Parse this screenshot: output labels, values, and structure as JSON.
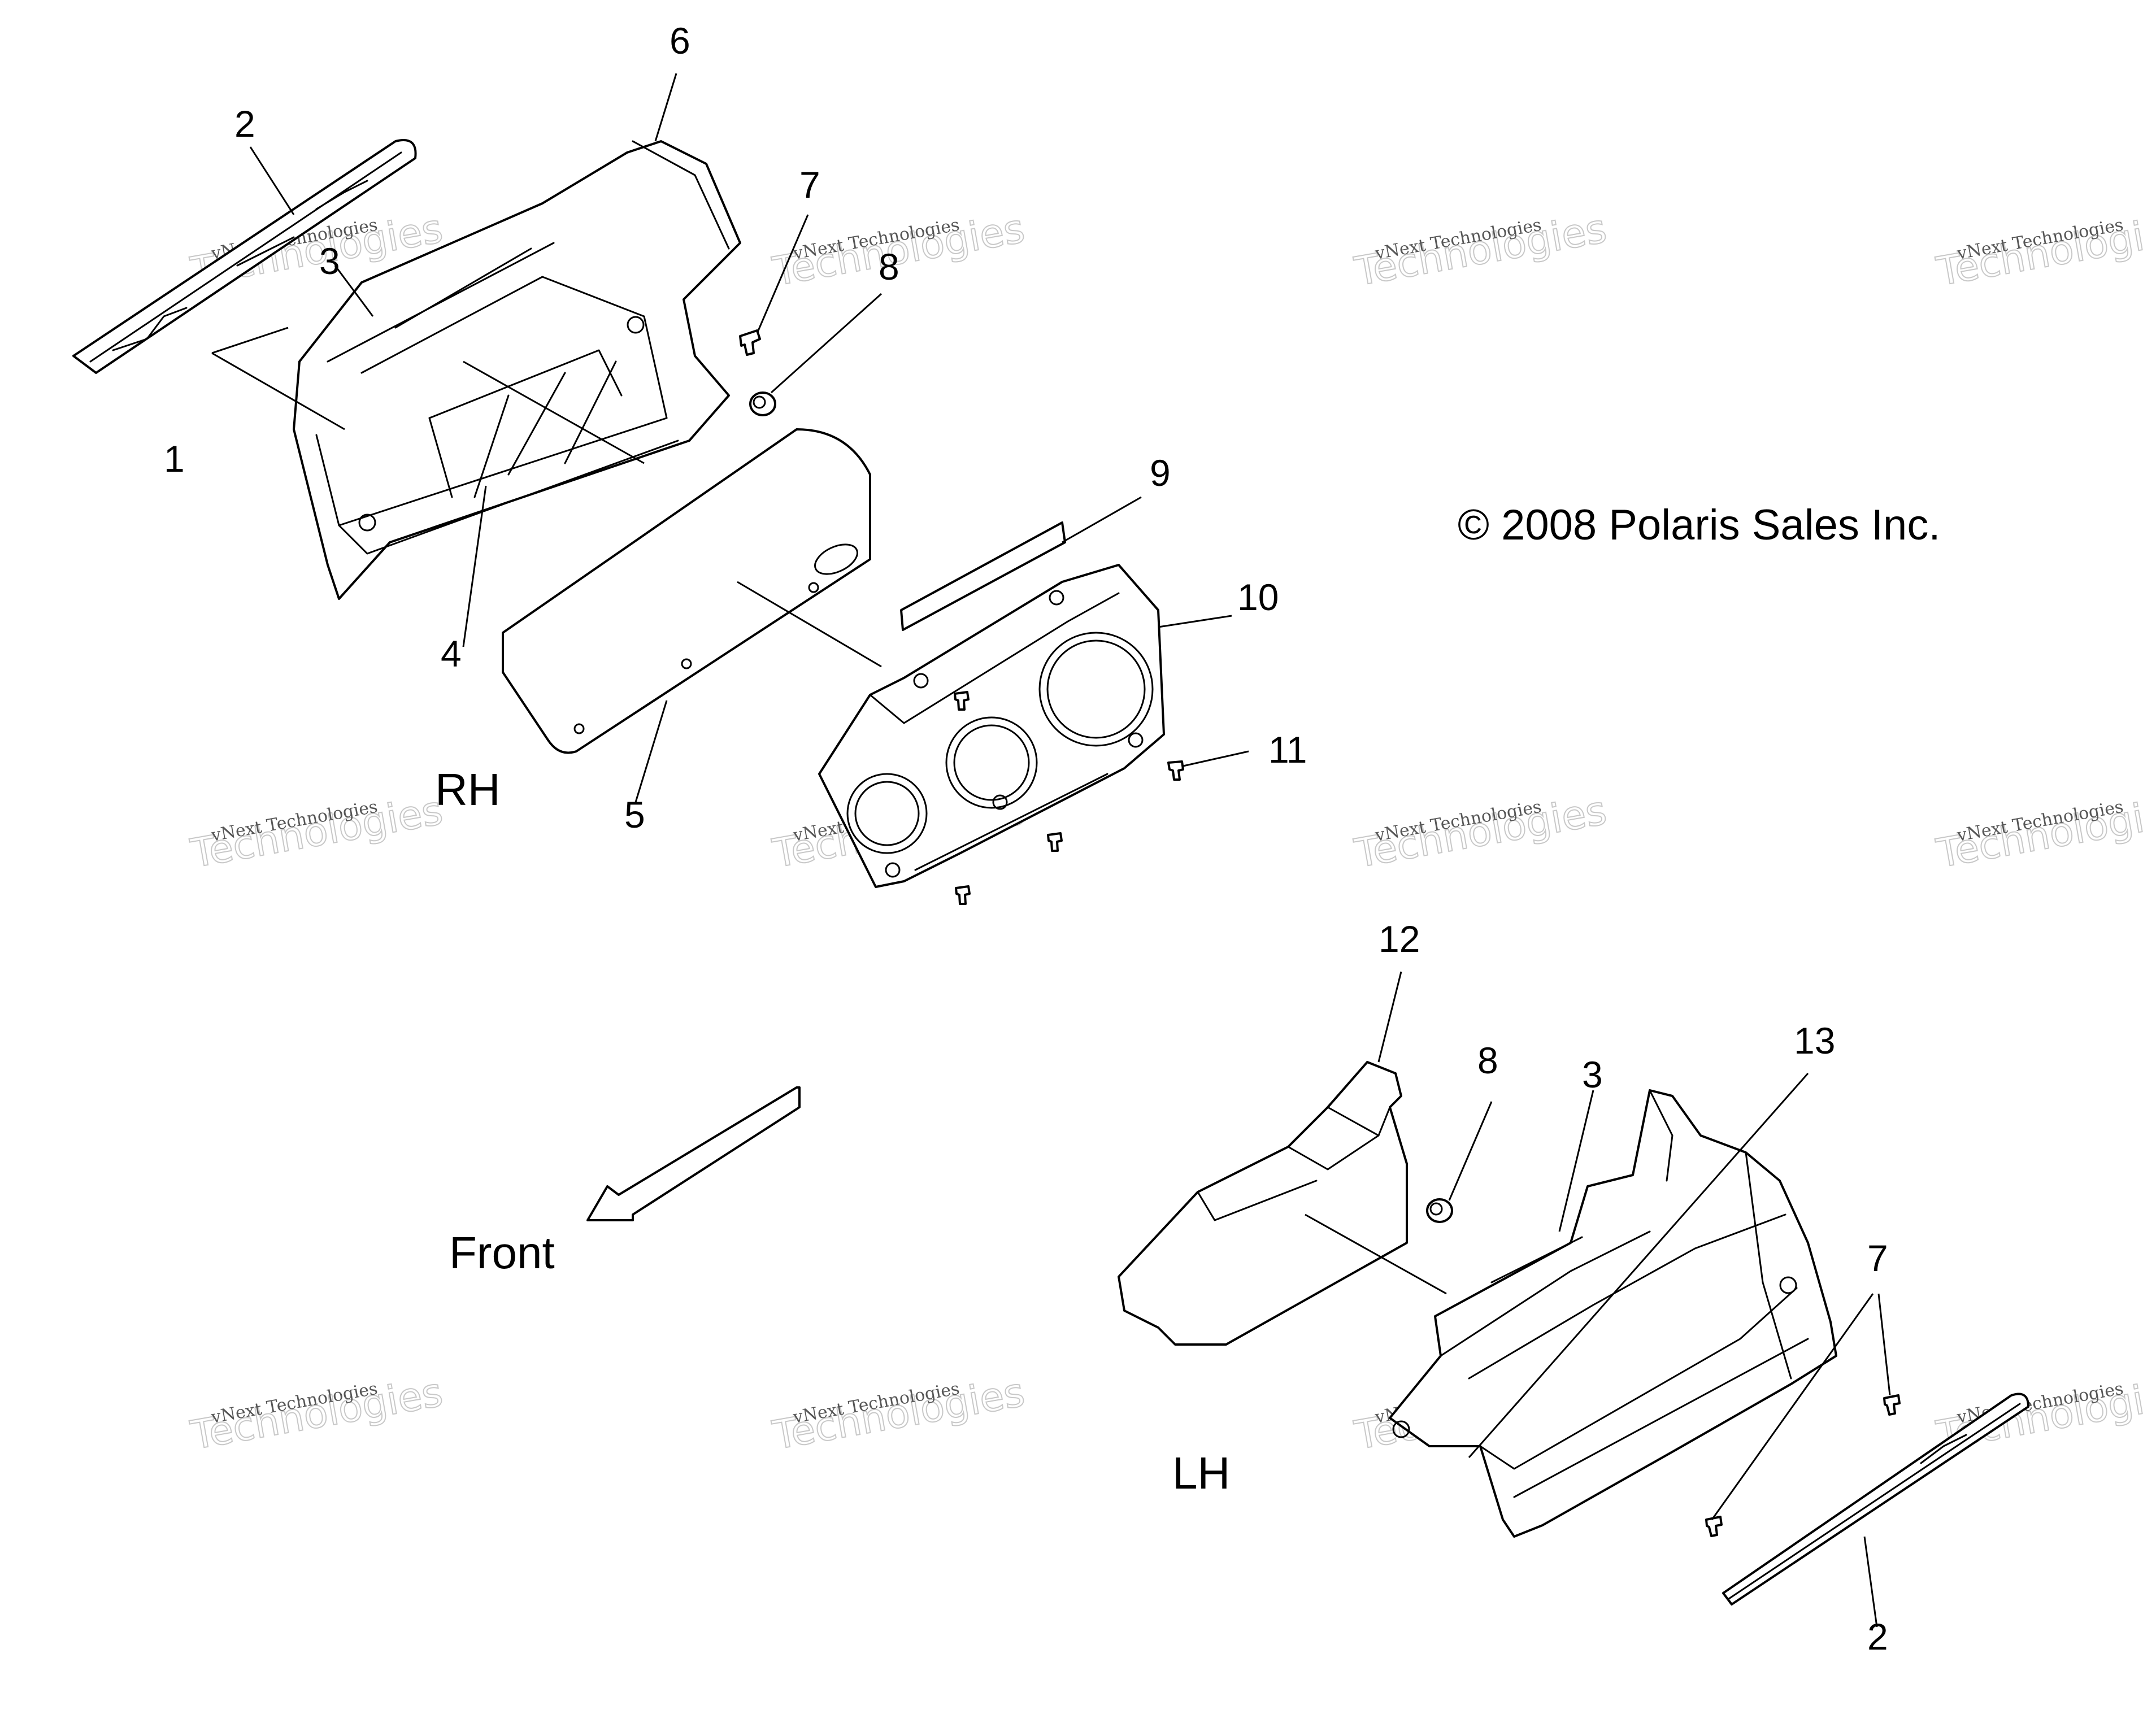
{
  "copyright": "© 2008 Polaris Sales Inc.",
  "side_labels": {
    "rh": "RH",
    "lh": "LH"
  },
  "direction": {
    "label": "Front"
  },
  "callouts": [
    "1",
    "2",
    "3",
    "4",
    "5",
    "6",
    "7",
    "8",
    "9",
    "10",
    "11",
    "12",
    "13"
  ],
  "watermark": {
    "small_line": "vNext Technologies",
    "big_word": "Technologies",
    "small_top": "vNext"
  }
}
